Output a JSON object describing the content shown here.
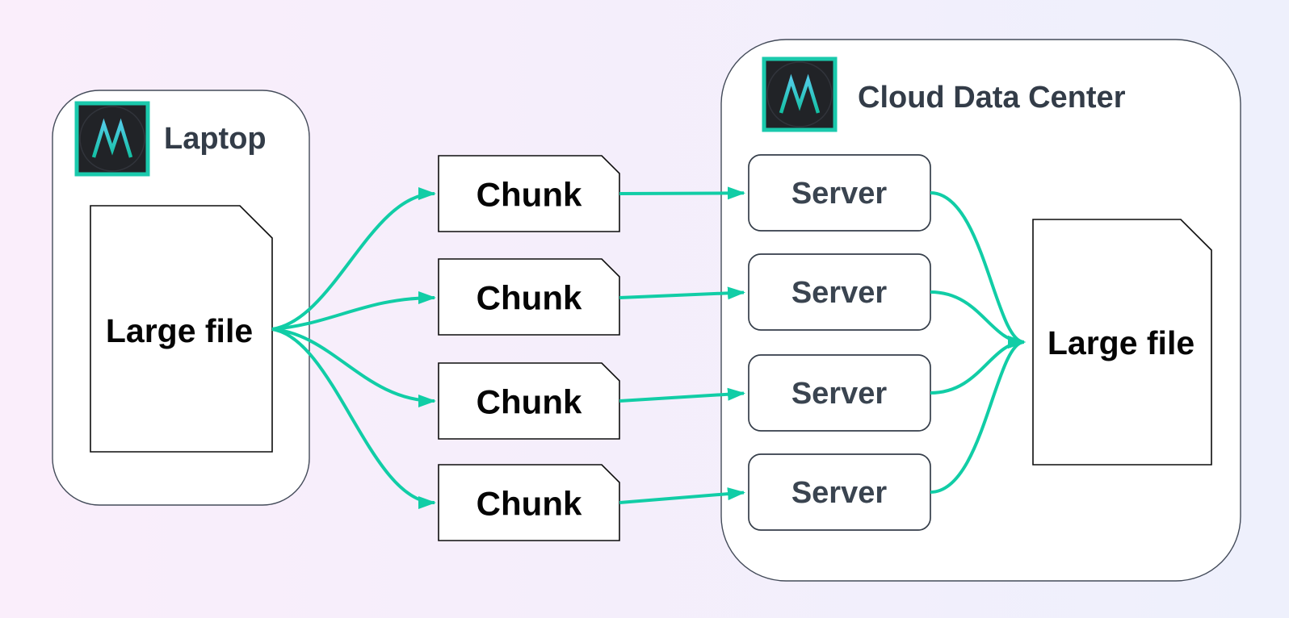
{
  "page": {
    "background_left_color": "#faeefb",
    "background_right_color": "#eef0fc"
  },
  "containers": {
    "laptop": {
      "label": "Laptop",
      "icon": "m-logo-icon"
    },
    "cloud": {
      "label": "Cloud Data Center",
      "icon": "m-logo-icon"
    }
  },
  "nodes": {
    "large_file_left": {
      "label": "Large file"
    },
    "chunks": [
      {
        "label": "Chunk"
      },
      {
        "label": "Chunk"
      },
      {
        "label": "Chunk"
      },
      {
        "label": "Chunk"
      }
    ],
    "servers": [
      {
        "label": "Server"
      },
      {
        "label": "Server"
      },
      {
        "label": "Server"
      },
      {
        "label": "Server"
      }
    ],
    "large_file_right": {
      "label": "Large file"
    }
  },
  "edges": {
    "color": "#11cda6",
    "connections": [
      {
        "from": "large-file-left",
        "to": "chunk-1"
      },
      {
        "from": "large-file-left",
        "to": "chunk-2"
      },
      {
        "from": "large-file-left",
        "to": "chunk-3"
      },
      {
        "from": "large-file-left",
        "to": "chunk-4"
      },
      {
        "from": "chunk-1",
        "to": "server-1"
      },
      {
        "from": "chunk-2",
        "to": "server-2"
      },
      {
        "from": "chunk-3",
        "to": "server-3"
      },
      {
        "from": "chunk-4",
        "to": "server-4"
      },
      {
        "from": "server-1",
        "to": "large-file-right"
      },
      {
        "from": "server-2",
        "to": "large-file-right"
      },
      {
        "from": "server-3",
        "to": "large-file-right"
      },
      {
        "from": "server-4",
        "to": "large-file-right"
      }
    ]
  },
  "colors": {
    "edge_teal": "#11cda6",
    "icon_border_teal": "#1ac9ac",
    "icon_background": "#212327",
    "title_text": "#333c48",
    "node_text": "#050505",
    "server_text": "#3a4450",
    "container_border": "#434b59",
    "node_fill": "#ffffff"
  }
}
